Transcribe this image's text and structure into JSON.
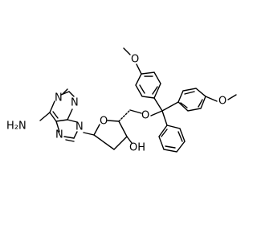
{
  "atoms": {
    "nh2": "H₂N",
    "n1": "N",
    "n3": "N",
    "n7": "N",
    "n9": "N",
    "o_ring": "O",
    "o_ether": "O",
    "oh": "OH",
    "ome_top": "O",
    "ome_right": "O"
  }
}
